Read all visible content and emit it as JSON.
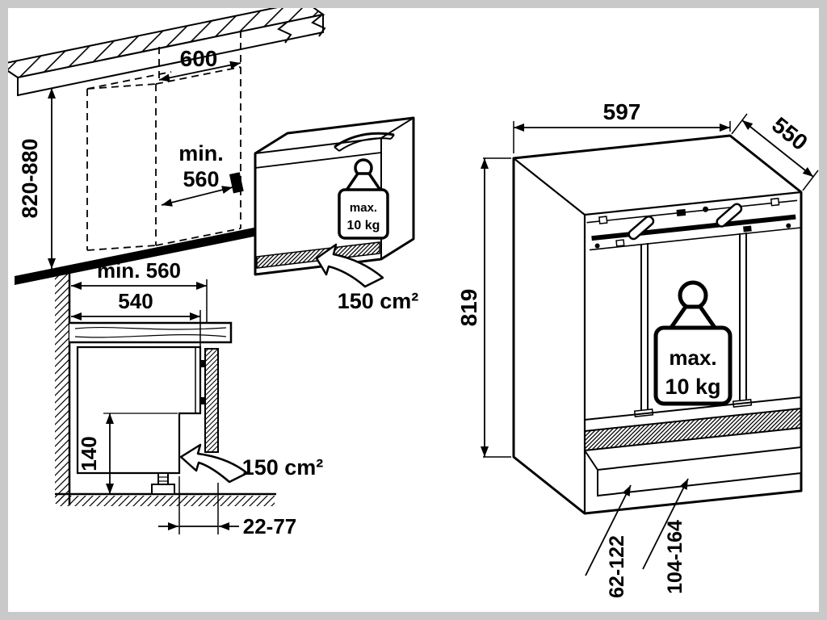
{
  "page": {
    "background": "#c9c9c9",
    "surface": "#ffffff"
  },
  "niche_diagram": {
    "width": "600",
    "depth_min_line1": "min.",
    "depth_min_line2": "560",
    "height_range": "820-880",
    "weight_badge": {
      "line1": "max.",
      "line2": "10 kg"
    },
    "vent_area": "150 cm²"
  },
  "section_diagram": {
    "depth_min": "min. 560",
    "inner_depth": "540",
    "plinth_height": "140",
    "door_gap": "22-77",
    "vent_area": "150 cm²"
  },
  "appliance_diagram": {
    "width": "597",
    "depth": "550",
    "height": "819",
    "weight_badge": {
      "line1": "max.",
      "line2": "10 kg"
    },
    "plinth_recess_min": "62-122",
    "plinth_recess_max": "104-164"
  }
}
